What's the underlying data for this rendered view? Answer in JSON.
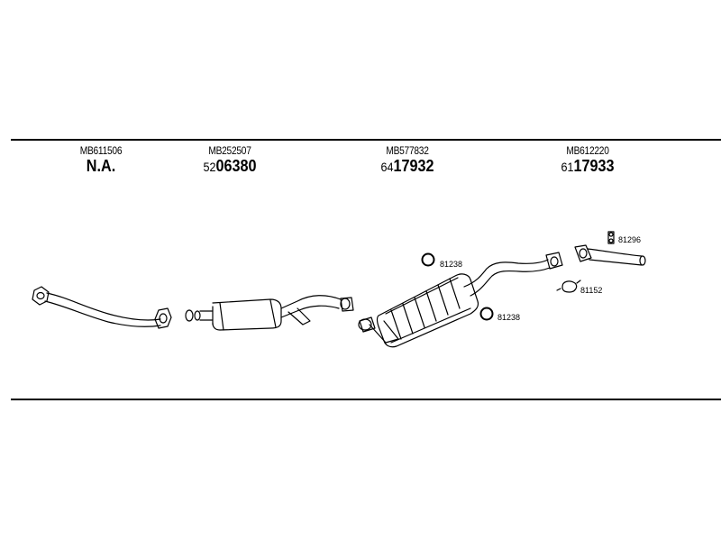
{
  "parts": [
    {
      "oem": "MB611506",
      "prefix": "",
      "main": "N.A."
    },
    {
      "oem": "MB252507",
      "prefix": "52",
      "main": "06380"
    },
    {
      "oem": "MB577832",
      "prefix": "64",
      "main": "17932"
    },
    {
      "oem": "MB612220",
      "prefix": "61",
      "main": "17933"
    }
  ],
  "callouts": {
    "ring_upper": "81238",
    "ring_lower": "81238",
    "clamp": "81152",
    "hanger": "81296"
  }
}
